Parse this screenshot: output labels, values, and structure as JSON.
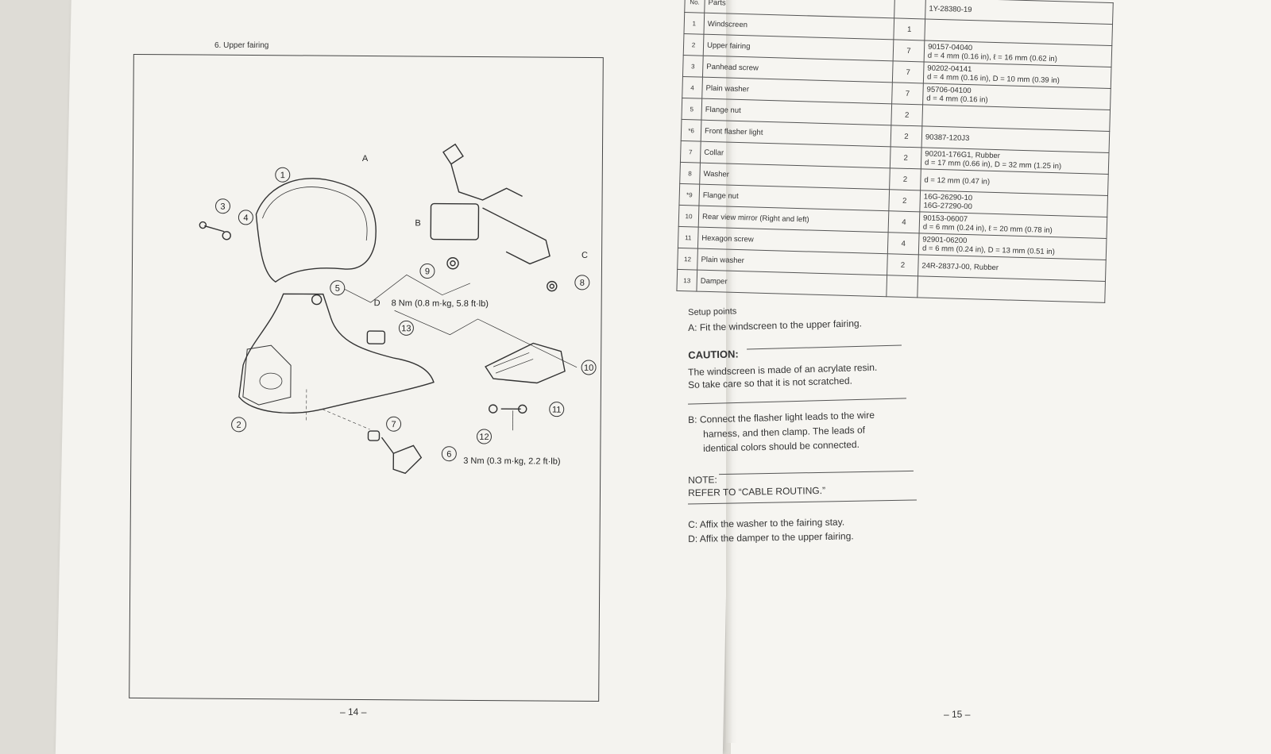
{
  "left_page": {
    "section_title": "6. Upper fairing",
    "page_number": "– 14 –",
    "diagram": {
      "callouts": [
        "1",
        "2",
        "3",
        "4",
        "5",
        "6",
        "7",
        "8",
        "9",
        "10",
        "11",
        "12",
        "13"
      ],
      "letters": [
        "A",
        "B",
        "C",
        "D"
      ],
      "torque_1": "8 Nm (0.8 m·kg, 5.8 ft·lb)",
      "torque_2": "3 Nm (0.3 m·kg, 2.2 ft·lb)"
    }
  },
  "right_page": {
    "page_number": "– 15 –",
    "table": {
      "header_no": "No.",
      "header_parts": "Parts",
      "top_spec": "1Y-28380-19",
      "rows": [
        {
          "no": "1",
          "name": "Windscreen",
          "qty": "1",
          "spec": ""
        },
        {
          "no": "2",
          "name": "Upper fairing",
          "qty": "7",
          "spec": "90157-04040\nd = 4 mm (0.16 in), ℓ = 16 mm (0.62 in)"
        },
        {
          "no": "3",
          "name": "Panhead screw",
          "qty": "7",
          "spec": "90202-04141\nd = 4 mm (0.16 in), D = 10 mm (0.39 in)"
        },
        {
          "no": "4",
          "name": "Plain washer",
          "qty": "7",
          "spec": "95706-04100\nd = 4 mm (0.16 in)"
        },
        {
          "no": "5",
          "name": "Flange nut",
          "qty": "2",
          "spec": ""
        },
        {
          "no": "*6",
          "name": "Front flasher light",
          "qty": "2",
          "spec": "90387-120J3"
        },
        {
          "no": "7",
          "name": "Collar",
          "qty": "2",
          "spec": "90201-176G1, Rubber\nd = 17 mm (0.66 in), D = 32 mm (1.25 in)"
        },
        {
          "no": "8",
          "name": "Washer",
          "qty": "2",
          "spec": "d = 12 mm (0.47 in)"
        },
        {
          "no": "*9",
          "name": "Flange nut",
          "qty": "2",
          "spec": "16G-26290-10\n16G-27290-00"
        },
        {
          "no": "10",
          "name": "Rear view mirror (Right and left)",
          "qty": "4",
          "spec": "90153-06007\nd = 6 mm (0.24 in), ℓ = 20 mm (0.78 in)"
        },
        {
          "no": "11",
          "name": "Hexagon screw",
          "qty": "4",
          "spec": "92901-06200\nd = 6 mm (0.24 in), D = 13 mm (0.51 in)"
        },
        {
          "no": "12",
          "name": "Plain washer",
          "qty": "2",
          "spec": "24R-2837J-00, Rubber"
        },
        {
          "no": "13",
          "name": "Damper",
          "qty": "",
          "spec": ""
        }
      ]
    },
    "setup_points_title": "Setup points",
    "point_a": "A: Fit the windscreen to the upper fairing.",
    "caution_title": "CAUTION:",
    "caution_line_1": "The windscreen is made of an acrylate resin.",
    "caution_line_2": "So take care so that it is not scratched.",
    "point_b_line_1": "B: Connect the flasher light leads to the wire",
    "point_b_line_2": "harness, and then clamp. The leads of",
    "point_b_line_3": "identical colors should be connected.",
    "note_title": "NOTE:",
    "note_text": "REFER TO “CABLE ROUTING.”",
    "point_c": "C: Affix the washer to the fairing stay.",
    "point_d": "D: Affix the damper to the upper fairing."
  }
}
